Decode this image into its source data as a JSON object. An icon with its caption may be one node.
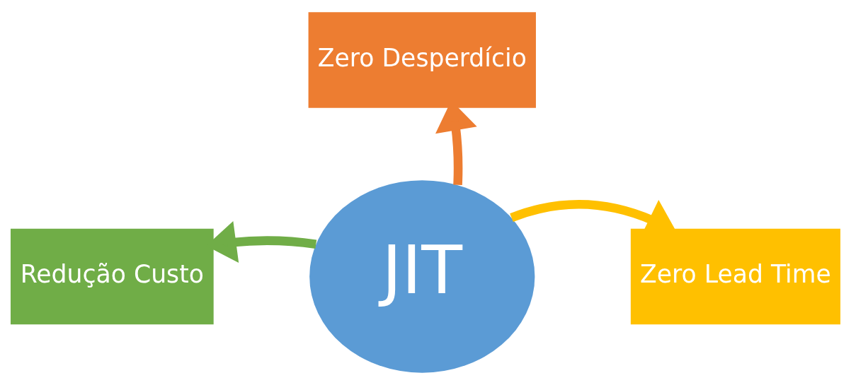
{
  "diagram": {
    "nodes": [
      {
        "text": [
          "Zero Desperdício"
        ]
      },
      {
        "text": [
          "Redução Custo"
        ]
      },
      {
        "text": [
          "JIT"
        ]
      },
      {
        "text": [
          "Zero Lead Time"
        ]
      }
    ],
    "edges": [
      {
        "from": 2,
        "to": 0,
        "arrow": "to",
        "color": "#ed7d31"
      },
      {
        "from": 2,
        "to": 1,
        "arrow": "to",
        "color": "#70ad47"
      },
      {
        "from": 2,
        "to": 3,
        "arrow": "to",
        "color": "#ffc000"
      }
    ]
  }
}
